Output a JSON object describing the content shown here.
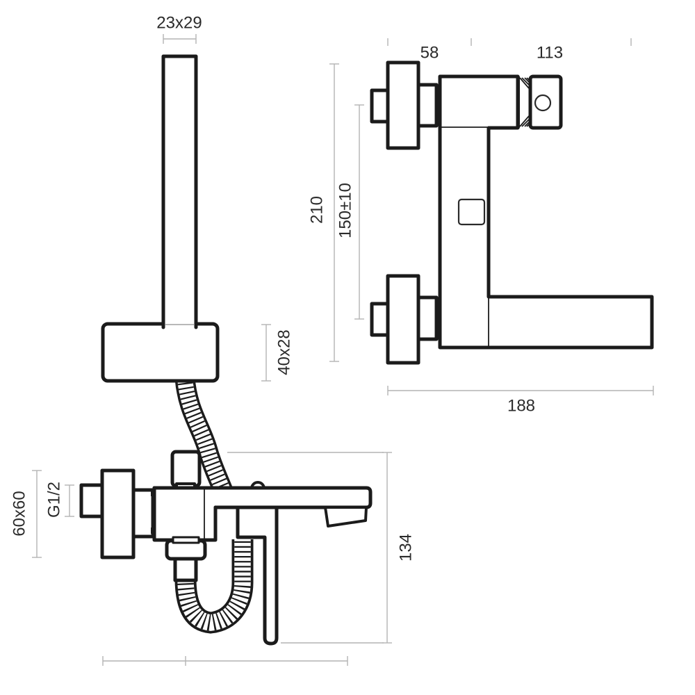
{
  "title": "Wall-mounted bath mixer technical dimension drawing",
  "colors": {
    "background": "#ffffff",
    "outline": "#1b1b1b",
    "dimension_lines": "#b4b4b4",
    "text": "#2b2b2b"
  },
  "views": {
    "hand_shower": {
      "label": "hand-shower-and-holder-view",
      "dims": {
        "bar_section": "23x29",
        "holder": "40x28"
      }
    },
    "side": {
      "label": "mixer-side-view",
      "dims": {
        "wall_offset": "58",
        "head": "113",
        "height": "210",
        "inlet_spacing": "150±10",
        "reach": "188"
      }
    },
    "front": {
      "label": "mixer-front-view",
      "dims": {
        "escutcheon": "60x60",
        "thread": "G1/2",
        "height": "134"
      }
    }
  }
}
